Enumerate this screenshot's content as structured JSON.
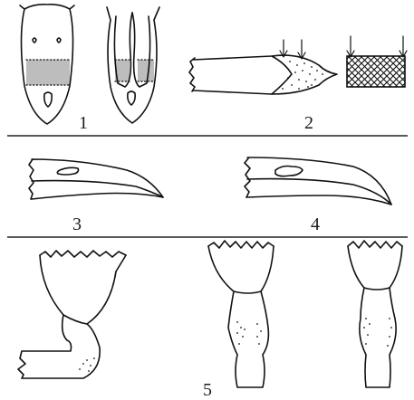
{
  "labels": {
    "panel1": "1",
    "panel2": "2",
    "panel3": "3",
    "panel4": "4",
    "panel5": "5"
  },
  "colors": {
    "ink": "#111111",
    "shading": "#bdbdbd",
    "background": "#ffffff"
  }
}
